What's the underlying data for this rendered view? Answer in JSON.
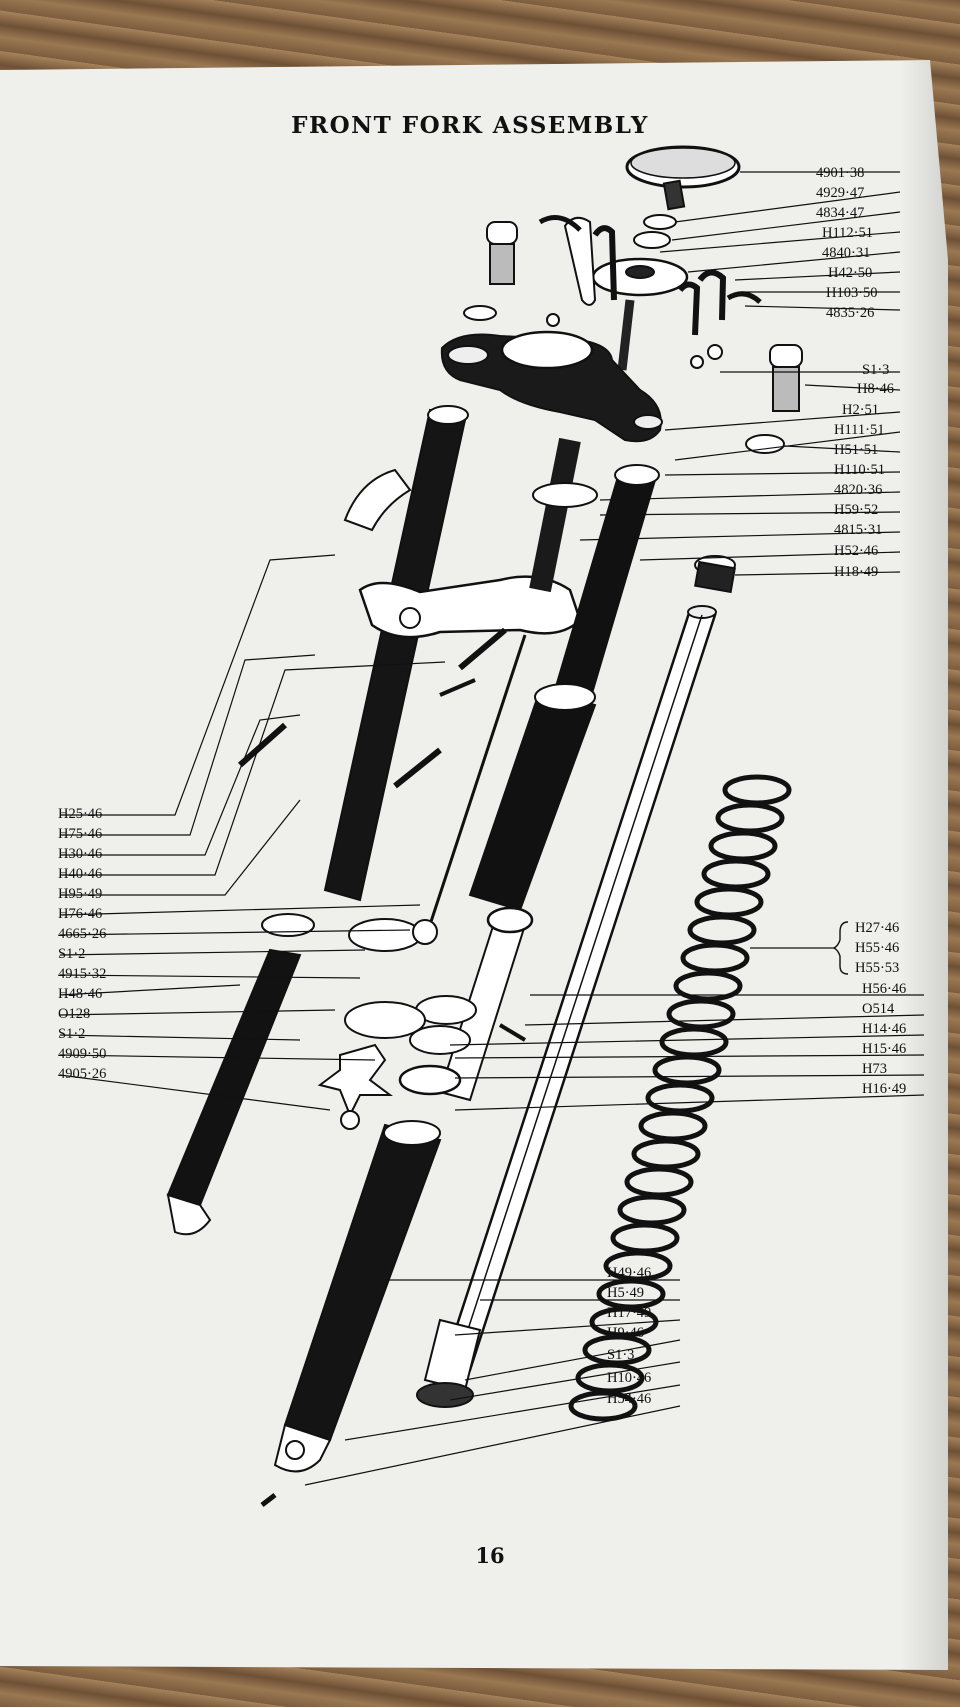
{
  "title": "FRONT FORK ASSEMBLY",
  "page_number": "16",
  "labels_right_top": [
    "4901·38",
    "4929·47",
    "4834·47",
    "H112·51",
    "4840·31",
    "H42·50",
    "H103·50",
    "4835·26",
    "S1·3",
    "H8·46",
    "H2·51",
    "H111·51",
    "H51·51",
    "H110·51",
    "4820·36",
    "H59·52",
    "4815·31",
    "H52·46",
    "H18·49"
  ],
  "labels_left": [
    "H25·46",
    "H75·46",
    "H30·46",
    "H40·46",
    "H95·49",
    "H76·46",
    "4665·26",
    "S1·2",
    "4915·32",
    "H48·46",
    "O128",
    "S1·2",
    "4909·50",
    "4905·26"
  ],
  "labels_right_mid": {
    "braced_group": [
      "H27·46",
      "H55·46",
      "H55·53"
    ],
    "list": [
      "H56·46",
      "O514",
      "H14·46",
      "H15·46",
      "H73",
      "H16·49"
    ]
  },
  "labels_bottom": [
    "H49·46",
    "H5·49",
    "H17·49",
    "H9·46",
    "S1·3",
    "H10·46",
    "H54·46"
  ]
}
